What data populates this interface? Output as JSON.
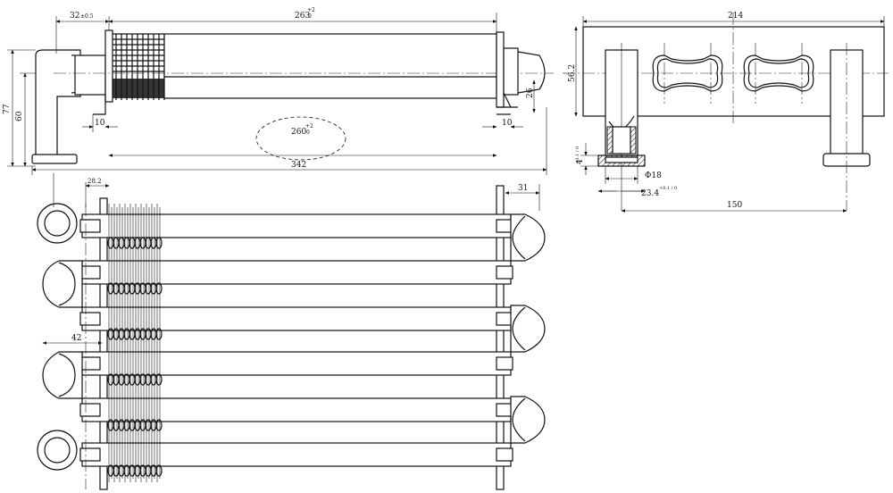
{
  "dimensions": {
    "top_left_offset": "32",
    "top_left_offset_tol": "±0.5",
    "tube_length": "263",
    "tube_length_tol_upper": "+2",
    "tube_length_tol_lower": "0",
    "tube_inner_length": "260",
    "tube_inner_tol_upper": "+2",
    "tube_inner_tol_lower": "0",
    "overall_length": "342",
    "height_77": "77",
    "height_60": "60",
    "left_foot": "10",
    "right_foot": "10",
    "end_cap": "26",
    "plate_offset": "28.2",
    "right_offset": "31",
    "loop_offset": "42",
    "side_width": "214",
    "side_height": "56.2",
    "flange_thickness": "4",
    "flange_tol": "+0.1 / 0",
    "pipe_dia": "Φ18",
    "pipe_depth": "23.4",
    "pipe_depth_tol": "+0.1 / 0",
    "pipe_spacing": "150"
  }
}
